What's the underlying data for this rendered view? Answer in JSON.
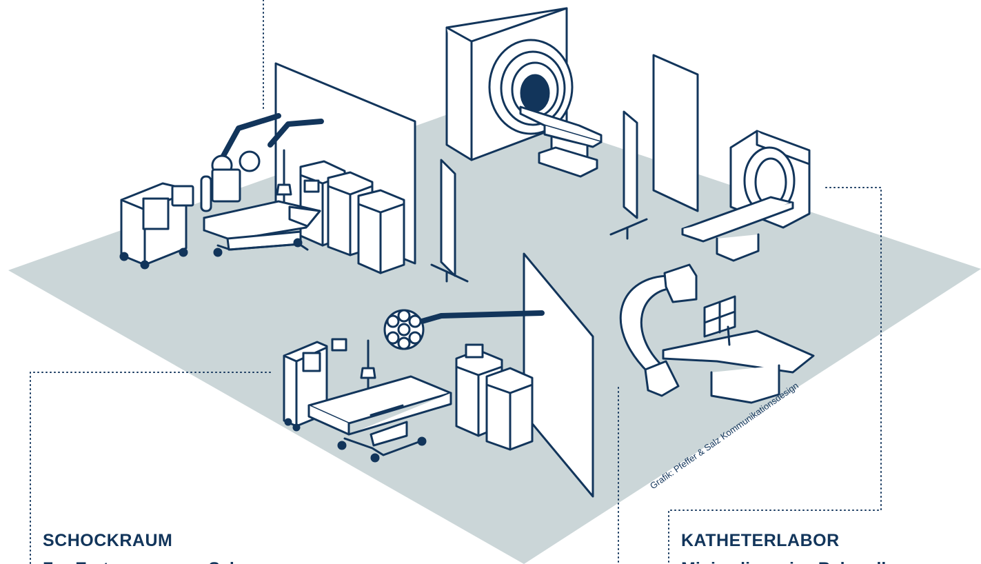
{
  "labels": {
    "schockraum": {
      "title": "SCHOCKRAUM",
      "subtitle": "Zur Erstversorgung Schwer"
    },
    "katheterlabor": {
      "title": "KATHETERLABOR",
      "subtitle": "Minimalinvasive Behandlung"
    }
  },
  "credit": "Grafik: Pfeffer & Salz Kommunikationsdesign",
  "colors": {
    "floor": "#cbd6d8",
    "line": "#12355b",
    "fill": "#ffffff"
  }
}
